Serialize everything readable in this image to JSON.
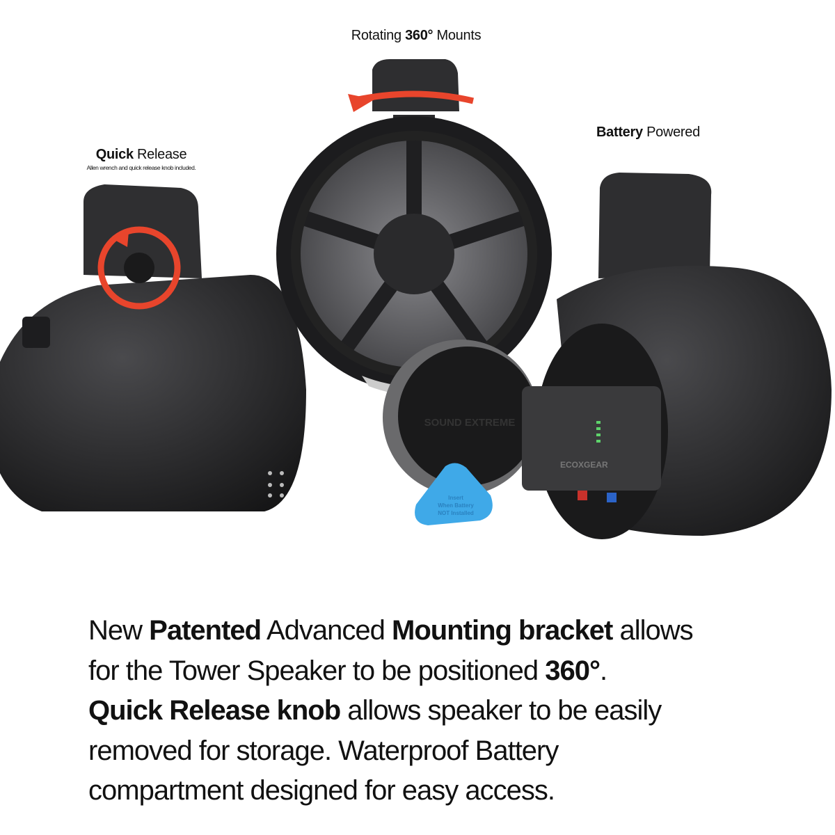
{
  "labels": {
    "rotating": {
      "prefix": "Rotating ",
      "bold": "360°",
      "suffix": " Mounts"
    },
    "battery": {
      "bold": "Battery",
      "suffix": " Powered"
    },
    "quick_release": {
      "bold": "Quick",
      "suffix": " Release",
      "subtext": "Allen wrench and quick release knob included."
    }
  },
  "product_markings": {
    "cap_logo": "SOUND EXTREME",
    "battery_logo": "ECOXGEAR",
    "tag_text": "Insert When Battery NOT Installed"
  },
  "colors": {
    "arrow": "#e8452c",
    "tag": "#3fa9e8",
    "body": "#2b2b2d"
  },
  "description": {
    "lines": [
      [
        {
          "t": "New ",
          "b": false
        },
        {
          "t": "Patented",
          "b": true
        },
        {
          "t": " Advanced ",
          "b": false
        },
        {
          "t": "Mounting bracket",
          "b": true
        },
        {
          "t": " allows",
          "b": false
        }
      ],
      [
        {
          "t": "for the Tower Speaker to be positioned ",
          "b": false
        },
        {
          "t": "360°",
          "b": true
        },
        {
          "t": ".",
          "b": false
        }
      ],
      [
        {
          "t": "Quick Release knob",
          "b": true
        },
        {
          "t": " allows speaker to be easily",
          "b": false
        }
      ],
      [
        {
          "t": "removed for storage.  Waterproof Battery",
          "b": false
        }
      ],
      [
        {
          "t": "compartment designed for easy access.",
          "b": false
        }
      ]
    ]
  }
}
